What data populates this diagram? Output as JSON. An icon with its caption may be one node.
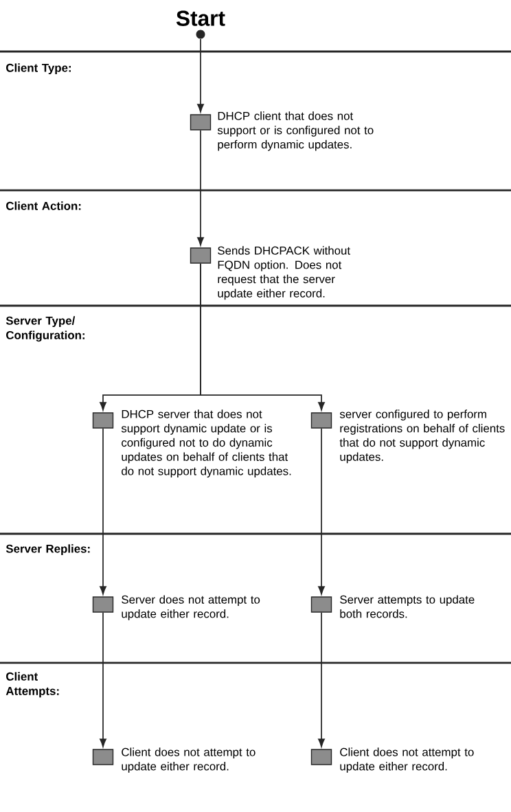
{
  "diagram": {
    "nodes": [
      {
        "text": [
          "Start"
        ]
      },
      {
        "text": [
          "DHCP client that does not support or is configured not to perform dynamic updates."
        ]
      },
      {
        "text": [
          "Sends DHCPACK without FQDN option.  Does not request that the server update either record."
        ]
      },
      {
        "text": [
          "DHCP server that does not support dynamic update or is configured not to do dynamic updates on behalf of clients that do not support dynamic updates."
        ]
      },
      {
        "text": [
          "server configured to perform registrations on behalf of clients that do not support dynamic updates."
        ]
      },
      {
        "text": [
          "Server does not attempt to update either record."
        ]
      },
      {
        "text": [
          "Server attempts to update both records."
        ]
      },
      {
        "text": [
          "Client does not attempt to update either record."
        ]
      },
      {
        "text": [
          "Client does not attempt to update either record."
        ]
      }
    ],
    "edges": [
      {
        "from": 0,
        "to": 1,
        "arrow": "to"
      },
      {
        "from": 1,
        "to": 2,
        "arrow": "to"
      },
      {
        "from": 2,
        "to": 3,
        "arrow": "to"
      },
      {
        "from": 2,
        "to": 4,
        "arrow": "to"
      },
      {
        "from": 3,
        "to": 5,
        "arrow": "to"
      },
      {
        "from": 4,
        "to": 6,
        "arrow": "to"
      },
      {
        "from": 5,
        "to": 7,
        "arrow": "to"
      },
      {
        "from": 6,
        "to": 8,
        "arrow": "to"
      }
    ],
    "labels": [
      "Client Type:",
      "Client Action:",
      "Server Type/ Configuration:",
      "Server Replies:",
      "Client Attempts:"
    ]
  }
}
